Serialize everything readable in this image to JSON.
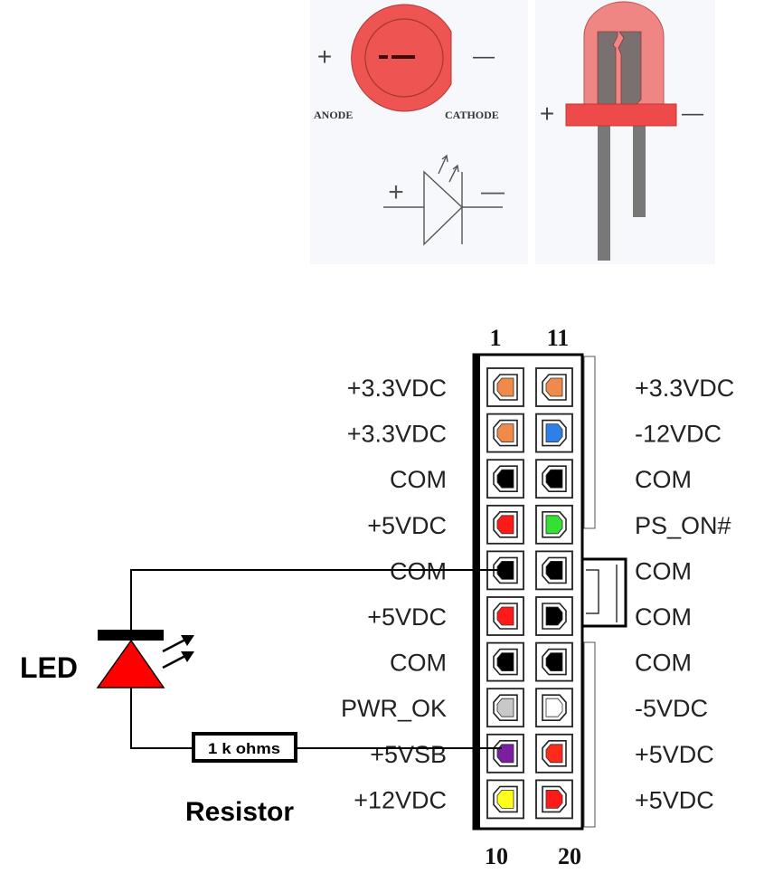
{
  "led_reference": {
    "top_view": {
      "plus_label": "+",
      "minus_label": "—",
      "anode_label": "ANODE",
      "cathode_label": "CATHODE",
      "body_color": "#ee5552"
    },
    "schematic_symbol": {
      "plus_label": "+",
      "minus_label": "—"
    },
    "side_view": {
      "plus_label": "+",
      "minus_label": "—",
      "dome_color": "#f08683",
      "flange_color": "#ee4a4a",
      "lead_color": "#787878"
    }
  },
  "connector": {
    "top_pin_numbers": [
      "1",
      "11"
    ],
    "bottom_pin_numbers": [
      "10",
      "20"
    ],
    "left_labels": [
      "+3.3VDC",
      "+3.3VDC",
      "COM",
      "+5VDC",
      "COM",
      "+5VDC",
      "COM",
      "PWR_OK",
      "+5VSB",
      "+12VDC"
    ],
    "right_labels": [
      "+3.3VDC",
      "-12VDC",
      "COM",
      "PS_ON#",
      "COM",
      "COM",
      "COM",
      "-5VDC",
      "+5VDC",
      "+5VDC"
    ],
    "left_pin_colors": [
      "#f08a4b",
      "#f08a4b",
      "#000000",
      "#ff1a1a",
      "#000000",
      "#ff1a1a",
      "#000000",
      "#c8c8c8",
      "#7a1fa0",
      "#ffff1a"
    ],
    "right_pin_colors": [
      "#f08a4b",
      "#2f7fe8",
      "#000000",
      "#33e033",
      "#000000",
      "#000000",
      "#000000",
      "#ffffff",
      "#ff2a1a",
      "#ff1a1a"
    ]
  },
  "circuit": {
    "led_label": "LED",
    "led_color": "#ff0000",
    "resistor_value": "1 k ohms",
    "resistor_label": "Resistor"
  }
}
